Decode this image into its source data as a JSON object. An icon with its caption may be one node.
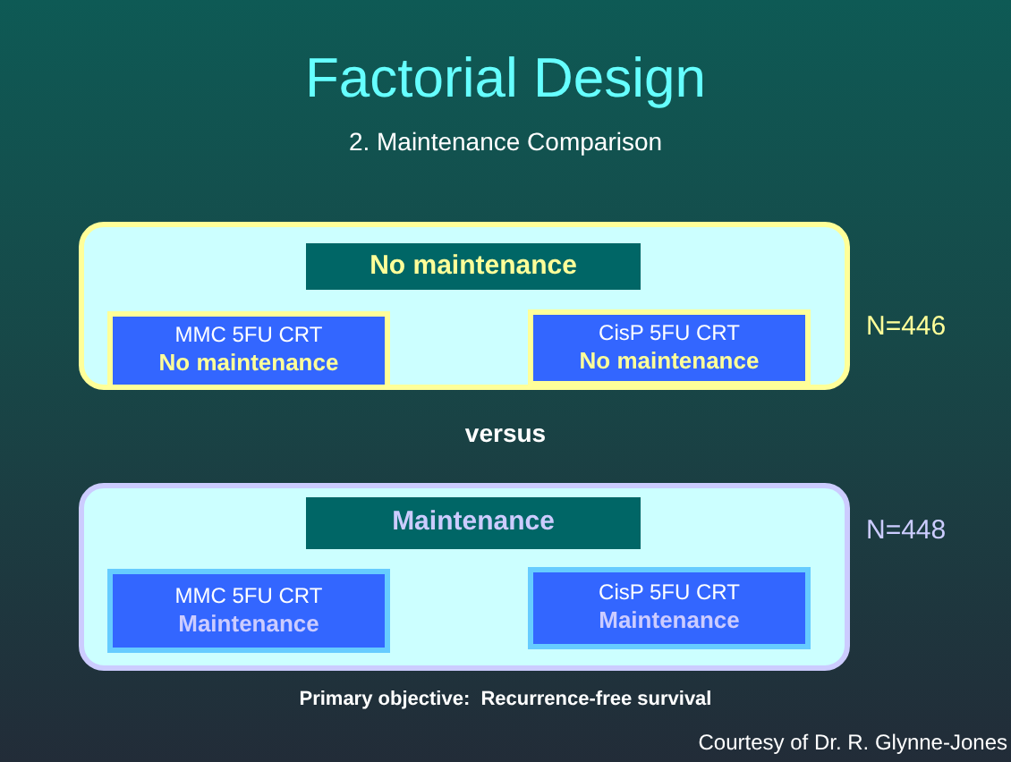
{
  "diagram": {
    "title": "Factorial Design",
    "caption": "2. Maintenance Comparison",
    "nodes": [
      {
        "text": [],
        "shape": "box",
        "beside": [
          "N=446"
        ]
      },
      {
        "text": [
          "No maintenance"
        ],
        "in": 0
      },
      {
        "text": [
          "MMC 5FU CRT",
          "No maintenance"
        ],
        "in": 0
      },
      {
        "text": [
          "CisP 5FU CRT",
          "No maintenance"
        ],
        "in": 0
      },
      {
        "text": [],
        "shape": "box",
        "beside": [
          "N=448"
        ]
      },
      {
        "text": [
          "Maintenance"
        ],
        "in": 4
      },
      {
        "text": [
          "MMC 5FU CRT",
          "Maintenance"
        ],
        "in": 4
      },
      {
        "text": [
          "CisP 5FU CRT",
          "Maintenance"
        ],
        "in": 4
      }
    ],
    "edges": [],
    "labels": [
      "versus",
      "Primary objective:  Recurrence-free survival",
      "Courtesy of Dr. R. Glynne-Jones"
    ]
  }
}
